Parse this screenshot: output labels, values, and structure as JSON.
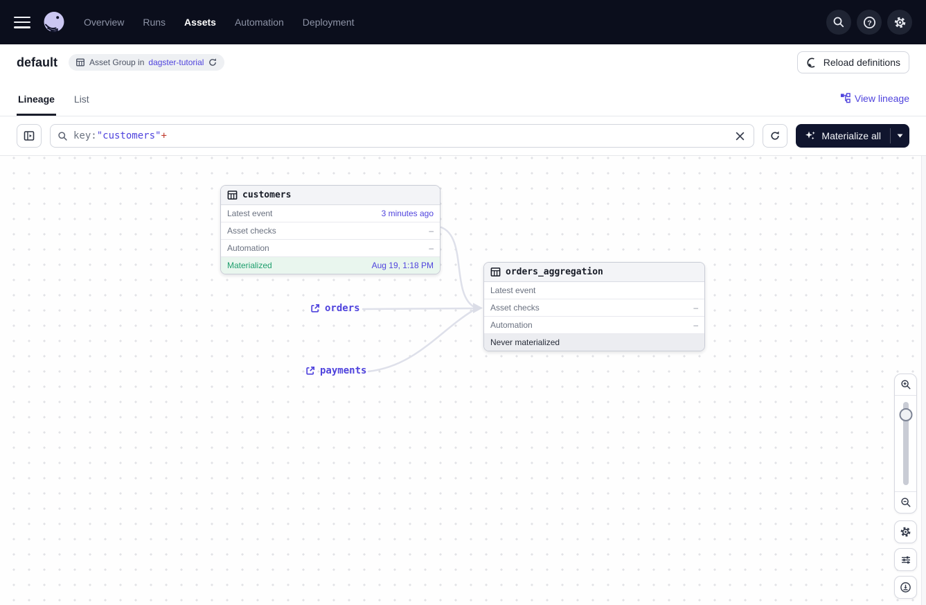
{
  "nav": {
    "brand": "Dagster",
    "items": [
      {
        "label": "Overview"
      },
      {
        "label": "Runs"
      },
      {
        "label": "Assets"
      },
      {
        "label": "Automation"
      },
      {
        "label": "Deployment"
      }
    ],
    "active_item": "Assets"
  },
  "header": {
    "title": "default",
    "badge": {
      "text": "Asset Group in",
      "link": "dagster-tutorial"
    },
    "reload_button": "Reload definitions"
  },
  "tabs": {
    "lineage": "Lineage",
    "list": "List",
    "active": "Lineage",
    "view_lineage": "View lineage"
  },
  "toolbar": {
    "search": {
      "prefix": "key:",
      "value": "\"customers\"",
      "operator": "+"
    },
    "materialize_label": "Materialize all"
  },
  "graph": {
    "nodes": [
      {
        "name": "customers",
        "rows": [
          {
            "label": "Latest event",
            "value": "3 minutes ago"
          },
          {
            "label": "Asset checks",
            "value": "–"
          },
          {
            "label": "Automation",
            "value": "–"
          }
        ],
        "footer": {
          "label": "Materialized",
          "value": "Aug 19, 1:18 PM"
        }
      },
      {
        "name": "orders_aggregation",
        "rows": [
          {
            "label": "Latest event",
            "value": ""
          },
          {
            "label": "Asset checks",
            "value": "–"
          },
          {
            "label": "Automation",
            "value": "–"
          }
        ],
        "footer": {
          "label": "Never materialized",
          "value": ""
        }
      }
    ],
    "external_assets": [
      {
        "label": "orders"
      },
      {
        "label": "payments"
      }
    ]
  },
  "icons": {
    "hamburger-icon": "≡",
    "search-icon": "magnifier",
    "help-icon": "? in circle",
    "settings-gear-icon": "gear",
    "table-icon": "grid table",
    "sync-icon": "circular refresh arrow",
    "panel-expand-icon": "panel with right arrow",
    "lineage-graph-icon": "connected squares",
    "sparkle-icon": "four-point star",
    "caret-down-icon": "▾",
    "close-icon": "✕",
    "external-link-icon": "box with arrow",
    "zoom-in-icon": "magnifier plus",
    "zoom-out-icon": "magnifier minus",
    "filter-sliders-icon": "sliders",
    "download-icon": "circle down arrow"
  },
  "colors": {
    "accent": "#4f43dd",
    "success_text": "#1d9e6c",
    "success_bg": "#e9f6ee",
    "danger": "#c0392b",
    "nav_bg": "#0b0e1c"
  }
}
